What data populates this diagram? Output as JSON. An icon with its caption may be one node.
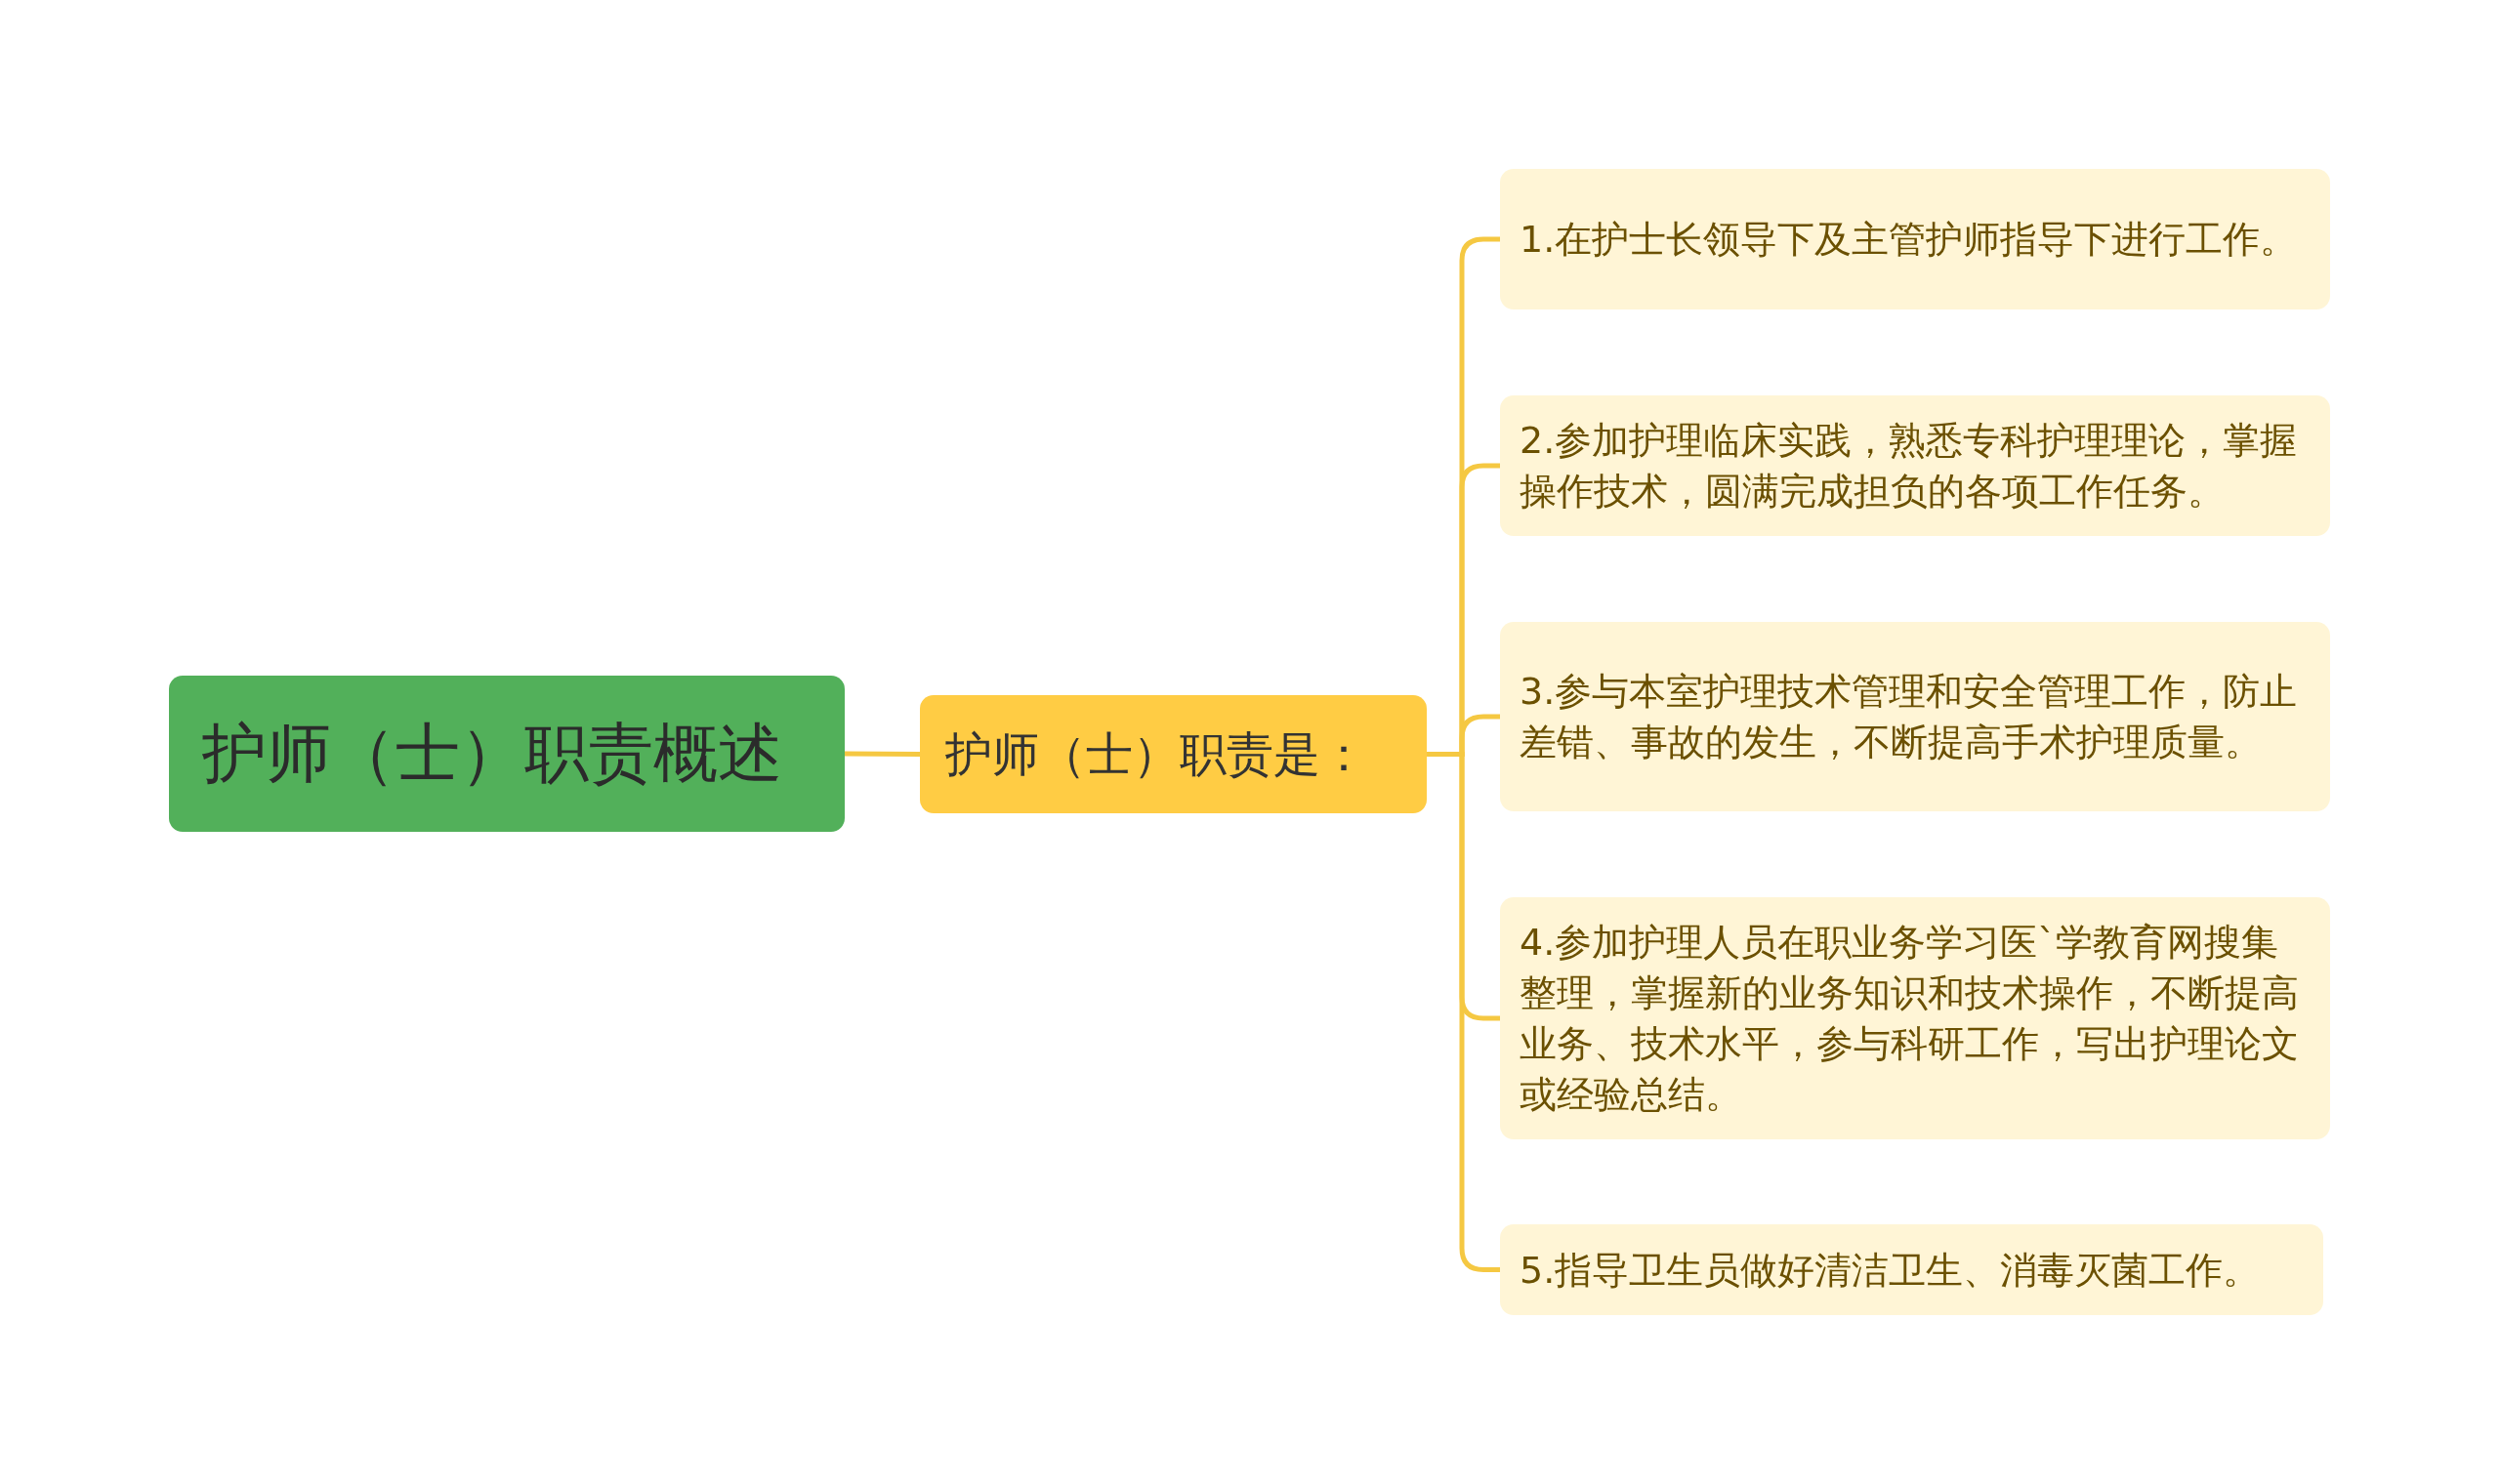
{
  "diagram": {
    "nodes": [
      {
        "text": [
          "护师（士）职责概述"
        ]
      },
      {
        "text": [
          "护师（士）职责是："
        ]
      },
      {
        "text": [
          "1.在护士长领导下及主管护师指导下进行工作。"
        ]
      },
      {
        "text": [
          "2.参加护理临床实践，熟悉专科护理理论，掌握操作技术，圆满完成担负的各项工作任务。"
        ]
      },
      {
        "text": [
          "3.参与本室护理技术管理和安全管理工作，防止差错、事故的发生，不断提高手术护理质量。"
        ]
      },
      {
        "text": [
          "4.参加护理人员在职业务学习医`学教育网搜集整理，掌握新的业务知识和技术操作，不断提高业务、技术水平，参与科研工作，写出护理论文或经验总结。"
        ]
      },
      {
        "text": [
          "5.指导卫生员做好清洁卫生、消毒灭菌工作。"
        ]
      }
    ],
    "edges": [
      {
        "from": 0,
        "to": 1,
        "arrow": "none"
      },
      {
        "from": 1,
        "to": 2,
        "arrow": "none"
      },
      {
        "from": 1,
        "to": 3,
        "arrow": "none"
      },
      {
        "from": 1,
        "to": 4,
        "arrow": "none"
      },
      {
        "from": 1,
        "to": 5,
        "arrow": "none"
      },
      {
        "from": 1,
        "to": 6,
        "arrow": "none"
      }
    ]
  }
}
